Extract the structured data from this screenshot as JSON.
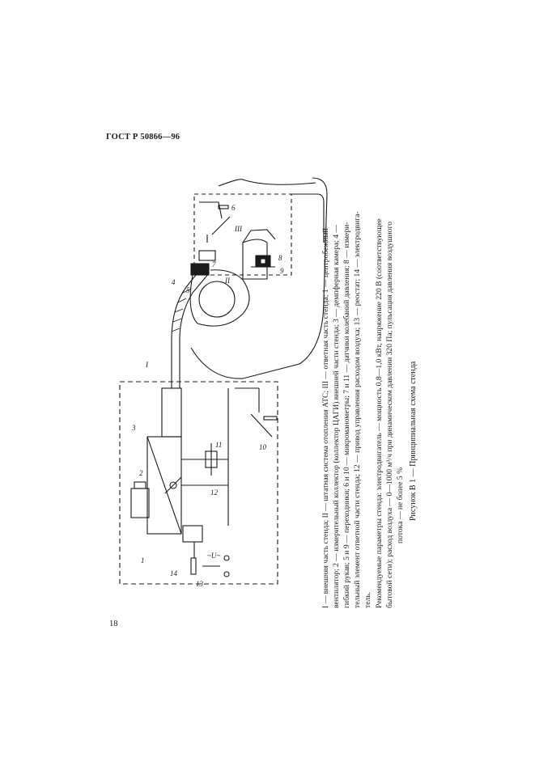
{
  "page": {
    "header": "ГОСТ Р 50866—96",
    "page_number": "18"
  },
  "legend": {
    "line1": "I — внешняя часть стенда; II — штатная система отопления АТС; III — ответная часть стенда; 1 — центробежный",
    "line2": "вентилятор; 2 — измерительный коллектор (коллектор ЦАГИ) внешней части стенда; 3 — демпферная камера; 4 —",
    "line3": "гибкий рукав; 5 и 9 — переходники; 6 и 10 — микроманометры; 7 и 11 — датчики колебаний давления; 8 — измери-",
    "line4": "тельный элемент ответной части стенда; 12 — привод управления расходом воздуха; 13 — реостат; 14 — электродвига-",
    "line5": "тель."
  },
  "params": {
    "line1": "Рекомендуемые параметры стенда: электродвигатель — мощность 0,8—1,0 кВт, напряжение 220 В (соответствующее",
    "line2": "бытовой сети); расход воздуха — 0—1000 м³/ч при динамическом давлении 320 Па; пульсация давления воздушного",
    "line3": "потока — не более 5 %"
  },
  "caption": "Рисунок В 1 — Принципиальная схема стенда",
  "figure": {
    "labels": {
      "I": "I",
      "II": "II",
      "III": "III",
      "n1": "1",
      "n2": "2",
      "n3": "3",
      "n4": "4",
      "n5": "5",
      "n6": "6",
      "n7": "7",
      "n8": "8",
      "n9": "9",
      "n10": "10",
      "n11": "11",
      "n12": "12",
      "n13": "13",
      "n14": "14",
      "voltage": "~U~"
    }
  }
}
